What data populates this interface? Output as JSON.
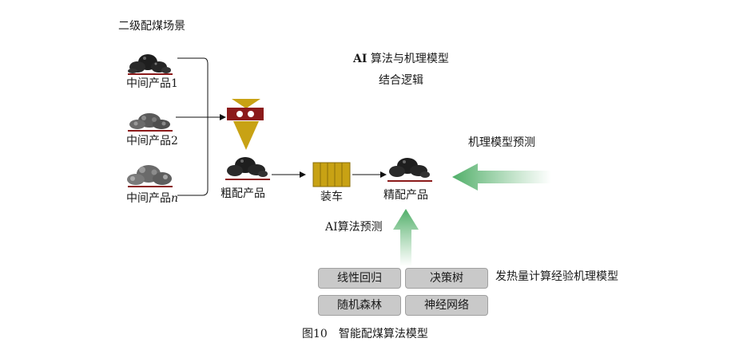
{
  "title": "二级配煤场景",
  "ai_title": {
    "line1_ai": "AI",
    "line1_rest": " 算法与机理模型",
    "line2": "结合逻辑"
  },
  "intermediates": [
    {
      "label": "中间产品1"
    },
    {
      "label": "中间产品2"
    },
    {
      "label": "中间产品",
      "suffix": "n"
    }
  ],
  "crude_label": "粗配产品",
  "loading_label": "装车",
  "refined_label": "精配产品",
  "mech_prediction_label": "机理模型预测",
  "ai_prediction_label": "AI算法预测",
  "algorithms": [
    "线性回归",
    "决策树",
    "随机森林",
    "神经网络"
  ],
  "heat_model_label": "发热量计算经验机理模型",
  "caption": "图10　智能配煤算法模型",
  "colors": {
    "accent_red": "#8b1a1a",
    "cone_yellow": "#c8a214",
    "arrow_green": "#6dbb7d",
    "button_gray": "#c9c9c9"
  }
}
